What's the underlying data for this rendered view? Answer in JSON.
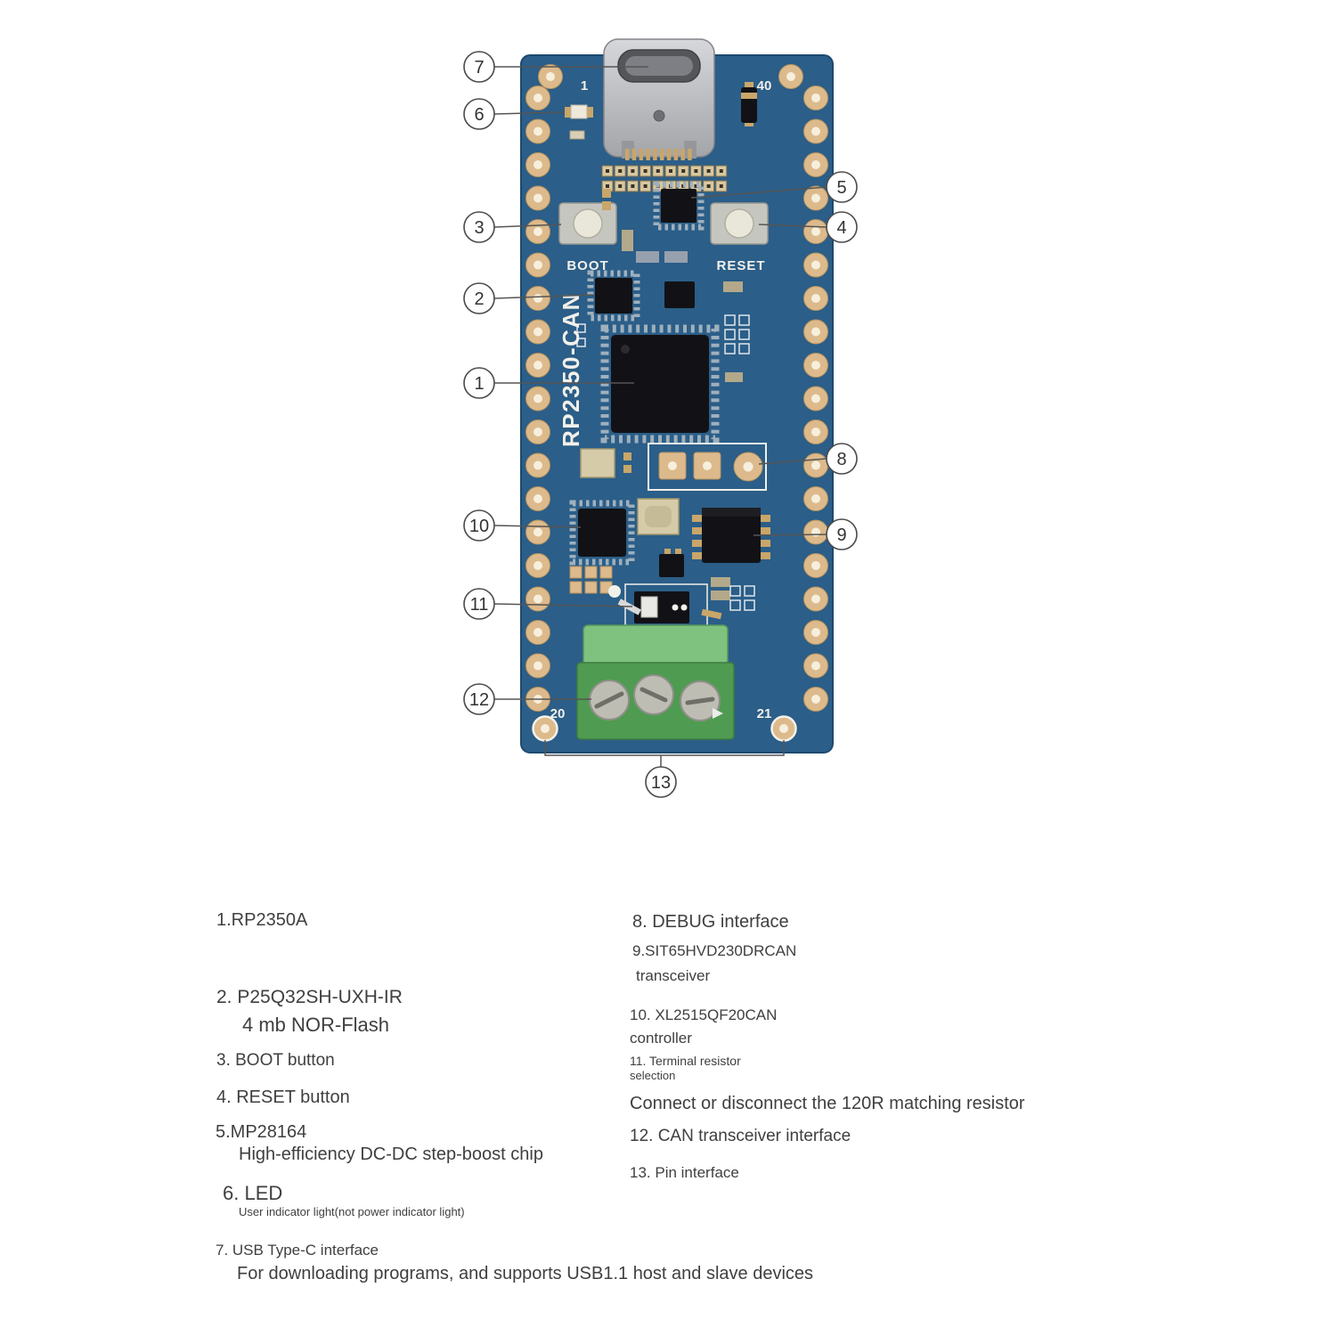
{
  "colors": {
    "pcb": "#2b5e88",
    "pad": "#ddba8c",
    "gold": "#c9a66a",
    "chip": "#121216",
    "terminal-green": "#4f9b51",
    "silkscreen": "#f2f0ea",
    "text": "#3f3f3f"
  },
  "board": {
    "name_silkscreen": "RP2350-CAN",
    "boot_label": "BOOT",
    "reset_label": "RESET",
    "pins": {
      "top_left": "1",
      "top_right": "40",
      "bottom_left": "20",
      "bottom_right": "21"
    }
  },
  "callouts": {
    "c1": "1",
    "c2": "2",
    "c3": "3",
    "c4": "4",
    "c5": "5",
    "c6": "6",
    "c7": "7",
    "c8": "8",
    "c9": "9",
    "c10": "10",
    "c11": "11",
    "c12": "12",
    "c13": "13"
  },
  "legend": {
    "left": [
      {
        "title": "1.RP2350A"
      },
      {
        "title": "2. P25Q32SH-UXH-IR",
        "sub": "4 mb NOR-Flash"
      },
      {
        "title": "3. BOOT button"
      },
      {
        "title": "4. RESET button"
      },
      {
        "title": "5.MP28164",
        "sub": "High-efficiency DC-DC step-boost chip"
      },
      {
        "title": "6. LED",
        "sub": "User indicator light(not power indicator light)"
      },
      {
        "title": "7. USB Type-C interface",
        "sub": "For downloading programs, and supports USB1.1 host and slave devices"
      }
    ],
    "right": [
      {
        "title": "8. DEBUG interface"
      },
      {
        "title": "9.SIT65HVD230DRCAN",
        "sub": "transceiver"
      },
      {
        "title": "10. XL2515QF20CAN",
        "sub": "controller"
      },
      {
        "title": "11. Terminal resistor",
        "sub": "selection",
        "note": "Connect or disconnect the 120R matching resistor"
      },
      {
        "title": "12. CAN transceiver interface"
      },
      {
        "title": "13. Pin interface"
      }
    ]
  }
}
